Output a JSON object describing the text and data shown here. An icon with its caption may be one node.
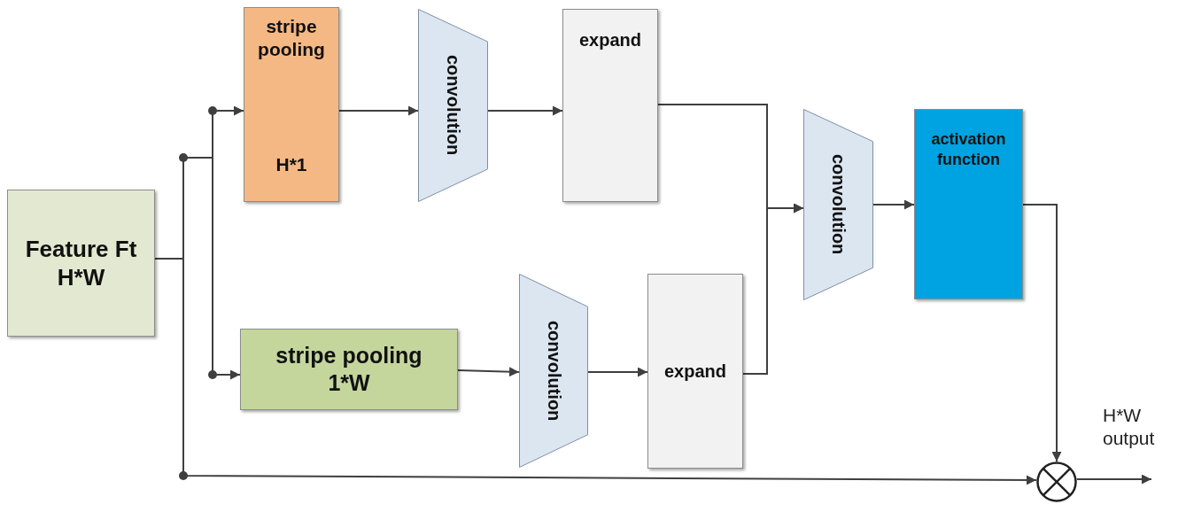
{
  "diagram": {
    "nodes": [
      {
        "text": [
          "Feature Ft H*W"
        ]
      },
      {
        "text": [
          "stripe pooling",
          "H*1"
        ]
      },
      {
        "text": [
          "convolution"
        ]
      },
      {
        "text": [
          "expand"
        ]
      },
      {
        "text": [
          "stripe pooling 1*W"
        ]
      },
      {
        "text": [
          "convolution"
        ]
      },
      {
        "text": [
          "expand"
        ]
      },
      {
        "text": [
          "convolution"
        ]
      },
      {
        "text": [
          "activation function"
        ]
      },
      {
        "text": [],
        "shape": "circle"
      }
    ],
    "edges": [
      {
        "from": 0,
        "to": 1,
        "arrow": "to"
      },
      {
        "from": 0,
        "to": 4,
        "arrow": "to"
      },
      {
        "from": 0,
        "to": 9,
        "arrow": "to"
      },
      {
        "from": 1,
        "to": 2,
        "arrow": "to"
      },
      {
        "from": 2,
        "to": 3,
        "arrow": "to"
      },
      {
        "from": 4,
        "to": 5,
        "arrow": "to"
      },
      {
        "from": 5,
        "to": 6,
        "arrow": "to"
      },
      {
        "from": 3,
        "to": 7,
        "arrow": "to"
      },
      {
        "from": 6,
        "to": 7,
        "arrow": "to"
      },
      {
        "from": 7,
        "to": 8,
        "arrow": "to"
      },
      {
        "from": 8,
        "to": 9,
        "arrow": "to"
      },
      {
        "from": 9,
        "to": null,
        "arrow": "to",
        "label": "H*W output"
      }
    ]
  }
}
